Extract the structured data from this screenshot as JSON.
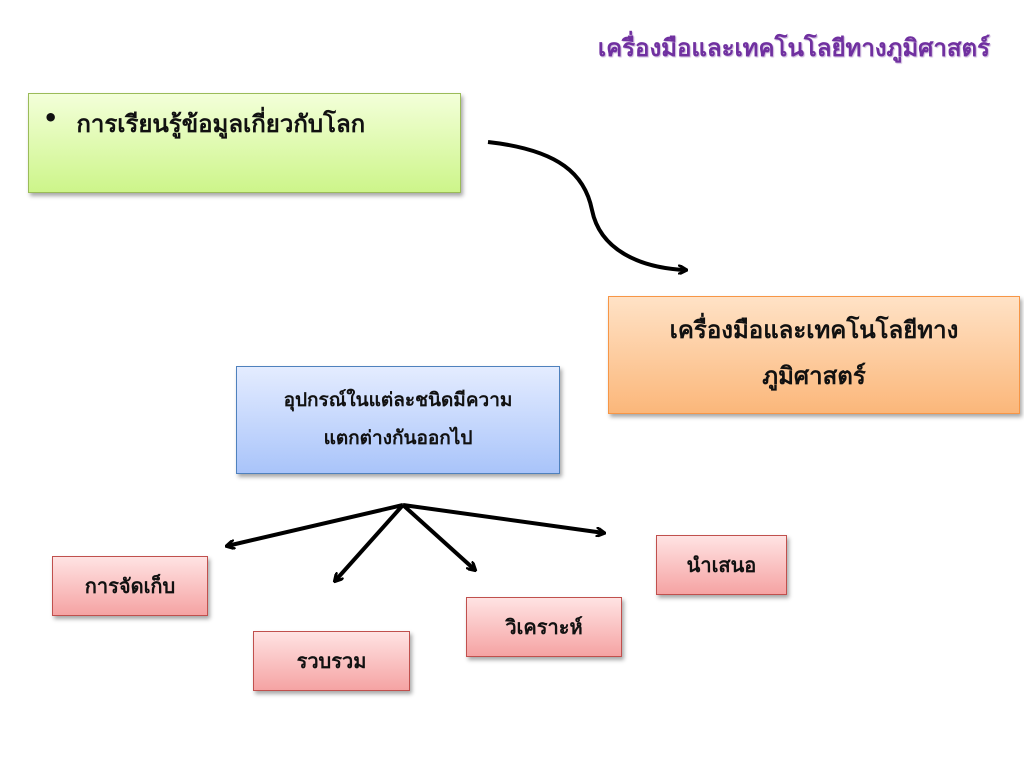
{
  "slide": {
    "title": "เครื่องมือและเทคโนโลยีทางภูมิศาสตร์",
    "bullet_item": "การเรียนรู้ข้อมูลเกี่ยวกับโลก",
    "main_box": {
      "line1": "เครื่องมือและเทคโนโลยีทาง",
      "line2": "ภูมิศาสตร์"
    },
    "device_box": {
      "line1": "อุปกรณ์ในแต่ละชนิดมีความ",
      "line2": "แตกต่างกันออกไป"
    },
    "functions": {
      "store": "การจัดเก็บ",
      "gather": "รวบรวม",
      "analyze": "วิเคราะห์",
      "present": "นำเสนอ"
    }
  },
  "colors": {
    "title": "#7030a0",
    "green_box": "#cdf58a",
    "orange_box": "#fbb77a",
    "blue_box": "#a9c4fa",
    "red_box": "#f5a3a3",
    "arrow": "#000000"
  }
}
